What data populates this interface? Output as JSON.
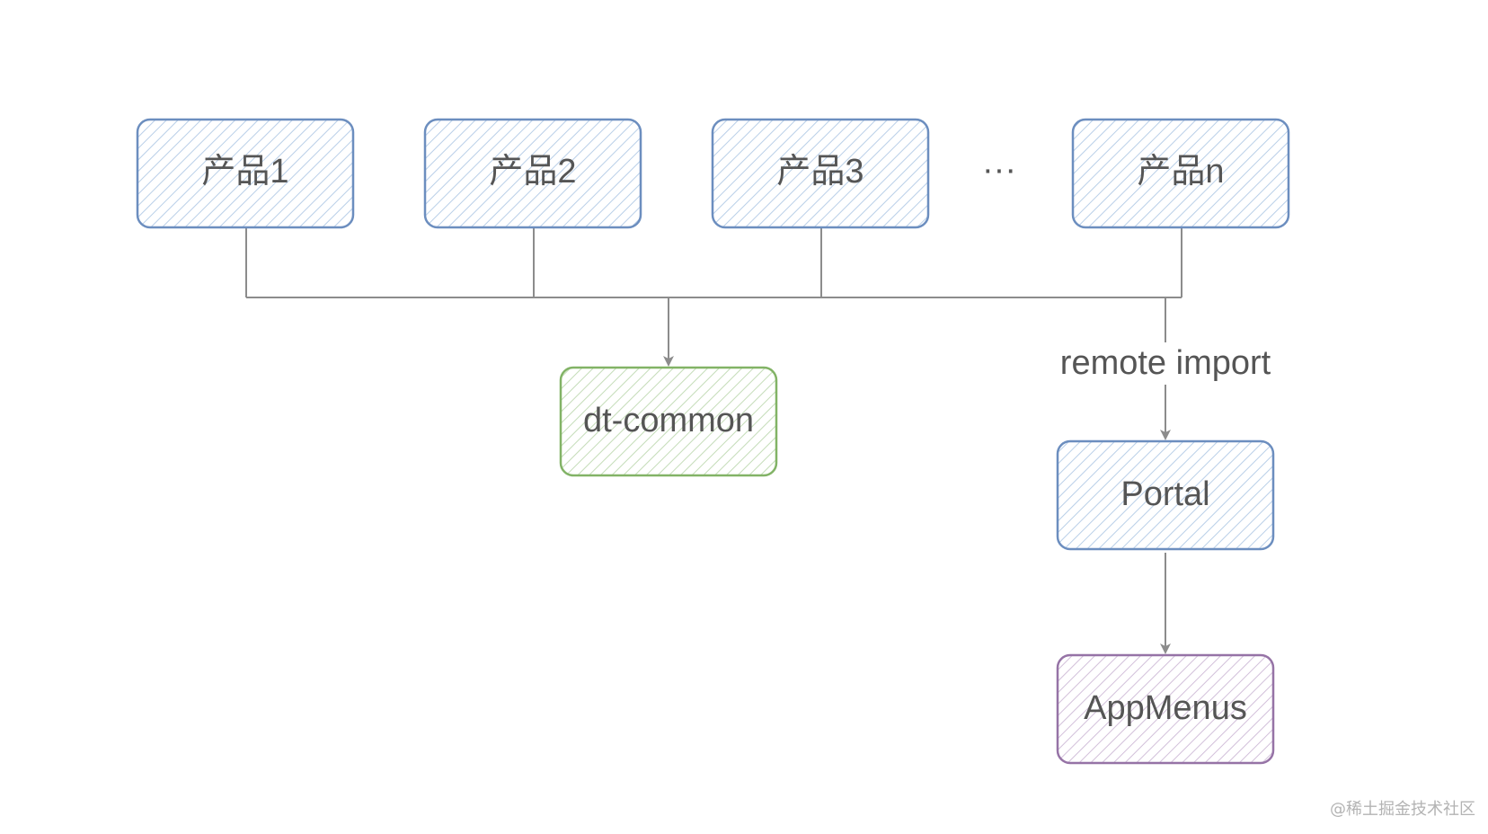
{
  "nodes": {
    "product1": {
      "label": "产品1"
    },
    "product2": {
      "label": "产品2"
    },
    "product3": {
      "label": "产品3"
    },
    "ellipsis": {
      "label": "···"
    },
    "productn": {
      "label": "产品n"
    },
    "dt_common": {
      "label": "dt-common"
    },
    "portal": {
      "label": "Portal"
    },
    "appmenus": {
      "label": "AppMenus"
    }
  },
  "edges": {
    "remote_import": {
      "label": "remote import"
    }
  },
  "colors": {
    "product_stroke": "#6c8ebf",
    "product_fill": "#dae8fc",
    "common_stroke": "#82b366",
    "common_fill": "#d5e8d4",
    "appmenus_stroke": "#9673a6",
    "appmenus_fill": "#e1d5e7",
    "connector": "#8c8c8c",
    "text": "#555555"
  },
  "watermark": "@稀土掘金技术社区"
}
